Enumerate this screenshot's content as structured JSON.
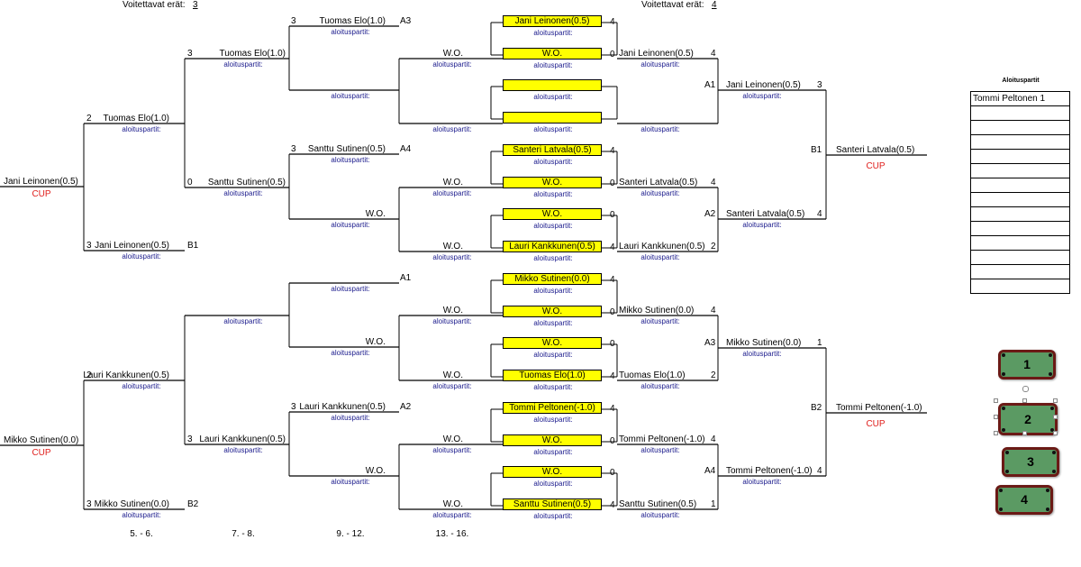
{
  "header": {
    "left_label": "Voitettavat erät:",
    "left_value": "3",
    "right_label": "Voitettavat erät:",
    "right_value": "4"
  },
  "sub": "aloituspartit:",
  "cup": "CUP",
  "c0": [
    {
      "name": "Jani Leinonen(0.5)"
    },
    {
      "name": "Mikko Sutinen(0.0)"
    }
  ],
  "c1": [
    {
      "num": "2",
      "name": "Tuomas Elo(1.0)"
    },
    {
      "num": "3",
      "name": "Jani Leinonen(0.5)",
      "tag": "B1"
    },
    {
      "num": "2",
      "name": "Lauri Kankkunen(0.5)"
    },
    {
      "num": "3",
      "name": "Mikko Sutinen(0.0)",
      "tag": "B2"
    }
  ],
  "c2": [
    {
      "num": "3",
      "name": "Tuomas Elo(1.0)"
    },
    {
      "num": "0",
      "name": "Santtu Sutinen(0.5)"
    },
    {
      "num": "",
      "name": ""
    },
    {
      "num": "3",
      "name": "Lauri Kankkunen(0.5)"
    }
  ],
  "c3": [
    {
      "num": "3",
      "name": "Tuomas Elo(1.0)",
      "tag": "A3"
    },
    {
      "num": "",
      "name": ""
    },
    {
      "num": "3",
      "name": "Santtu Sutinen(0.5)",
      "tag": "A4"
    },
    {
      "num": "",
      "name": "W.O."
    },
    {
      "num": "",
      "name": "",
      "tag": "A1"
    },
    {
      "num": "",
      "name": "W.O."
    },
    {
      "num": "3",
      "name": "Lauri Kankkunen(0.5)",
      "tag": "A2"
    },
    {
      "num": "",
      "name": "W.O."
    }
  ],
  "c4": [
    "W.O.",
    "",
    "W.O.",
    "W.O.",
    "W.O.",
    "W.O.",
    "W.O.",
    "W.O."
  ],
  "yellow": [
    {
      "name": "Jani Leinonen(0.5)",
      "score": "4"
    },
    {
      "name": "W.O.",
      "score": "0"
    },
    {
      "name": "",
      "score": ""
    },
    {
      "name": "",
      "score": ""
    },
    {
      "name": "Santeri Latvala(0.5)",
      "score": "4"
    },
    {
      "name": "W.O.",
      "score": "0"
    },
    {
      "name": "W.O.",
      "score": "0"
    },
    {
      "name": "Lauri Kankkunen(0.5)",
      "score": "4"
    },
    {
      "name": "Mikko Sutinen(0.0)",
      "score": "4"
    },
    {
      "name": "W.O.",
      "score": "0"
    },
    {
      "name": "W.O.",
      "score": "0"
    },
    {
      "name": "Tuomas Elo(1.0)",
      "score": "4"
    },
    {
      "name": "Tommi Peltonen(-1.0)",
      "score": "4"
    },
    {
      "name": "W.O.",
      "score": "0"
    },
    {
      "name": "W.O.",
      "score": "0"
    },
    {
      "name": "Santtu Sutinen(0.5)",
      "score": "4"
    }
  ],
  "r1": [
    {
      "name": "Jani Leinonen(0.5)",
      "score": "4"
    },
    {
      "name": "",
      "score": ""
    },
    {
      "name": "Santeri Latvala(0.5)",
      "score": "4"
    },
    {
      "name": "Lauri Kankkunen(0.5)",
      "score": "2"
    },
    {
      "name": "Mikko Sutinen(0.0)",
      "score": "4"
    },
    {
      "name": "Tuomas Elo(1.0)",
      "score": "2"
    },
    {
      "name": "Tommi Peltonen(-1.0)",
      "score": "4"
    },
    {
      "name": "Santtu Sutinen(0.5)",
      "score": "1"
    }
  ],
  "r2": [
    {
      "tag": "A1",
      "name": "Jani Leinonen(0.5)",
      "score": "3"
    },
    {
      "tag": "A2",
      "name": "Santeri Latvala(0.5)",
      "score": "4"
    },
    {
      "tag": "A3",
      "name": "Mikko Sutinen(0.0)",
      "score": "1"
    },
    {
      "tag": "A4",
      "name": "Tommi Peltonen(-1.0)",
      "score": "4"
    }
  ],
  "r3": [
    {
      "tag": "B1",
      "name": "Santeri Latvala(0.5)"
    },
    {
      "tag": "B2",
      "name": "Tommi Peltonen(-1.0)"
    }
  ],
  "bottom": [
    "5. - 6.",
    "7. - 8.",
    "9. - 12.",
    "13. - 16."
  ],
  "aloitus": {
    "title": "Aloituspartit",
    "rows": [
      "Tommi Peltonen   1",
      "",
      "",
      "",
      "",
      "",
      "",
      "",
      "",
      "",
      "",
      "",
      "",
      ""
    ]
  },
  "tables": [
    "1",
    "2",
    "3",
    "4"
  ],
  "colors": {
    "highlight": "#ffff00",
    "cup": "#e0201e",
    "sublabel": "#1a1a8c",
    "felt": "#5b9a63",
    "rail": "#6b1a16"
  }
}
